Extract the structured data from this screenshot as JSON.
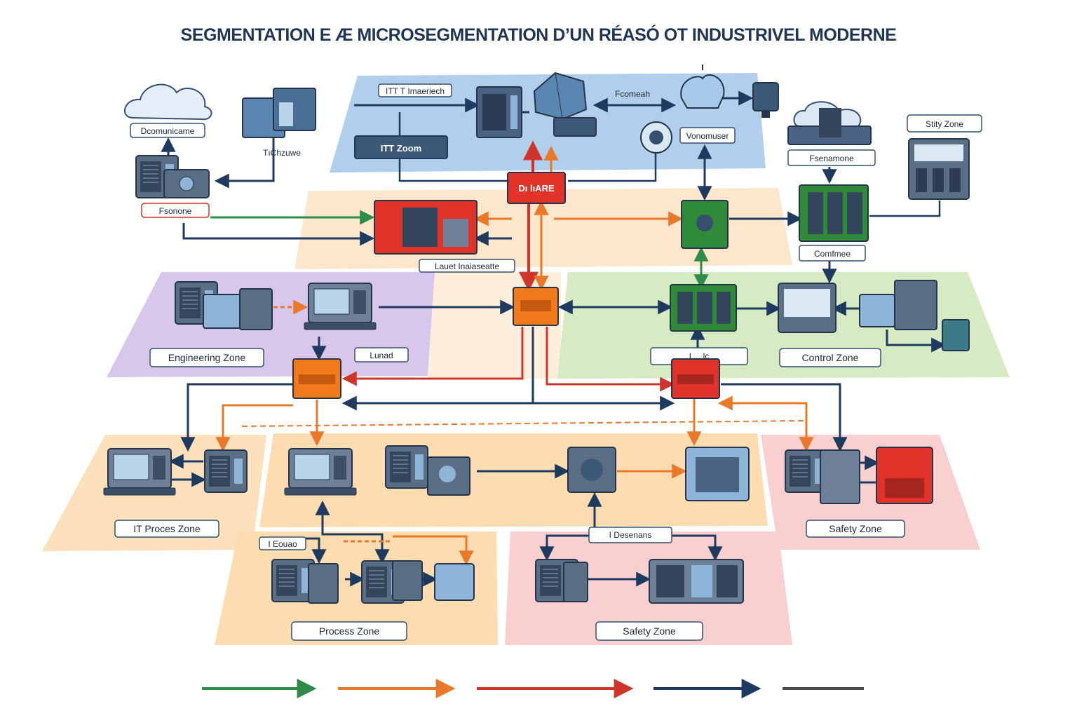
{
  "title": "SEGMENTATION E Æ MICROSEGMENTATION D’UN RÉASÓ OT INDUSTRIVEL MODERNE",
  "colors": {
    "it_zone": "#a9c9ea",
    "dmz_zone": "#fbe3c4",
    "engineering_zone": "#d9c6ec",
    "control_zone": "#d6ebc4",
    "process_zone": "#fcdcb0",
    "safety_zone": "#f9cfcf",
    "firewall_red": "#e0342a",
    "firewall_orange": "#f07a1c",
    "green_device": "#2f8a3a",
    "link_navy": "#1f3a5f",
    "link_orange": "#e8792a",
    "link_red": "#d0352c",
    "link_green": "#2e8b4a"
  },
  "labels": {
    "cloud": "Dcomunicame",
    "it_top": "ITT T Imaeriech",
    "it_zone": "ITT Zoom",
    "firewall_main": "Dı lıARE",
    "remote": "Fsonone",
    "itzone_small": "TıChzuwe",
    "center_tag": "Fcomeah",
    "right_box": "Vonomuser",
    "right_server": "Fsenamone",
    "safety_zone_top": "Stity Zone",
    "compliance": "Comfmee",
    "dmz_label": "Lauet Inaiaseatte",
    "engineering_zone": "Engineering Zone",
    "control_zone": "Control Zone",
    "small_mid": "Lunad",
    "small_right": "I ... lc",
    "it_process_zone": "IT Proces Zone",
    "safety_zone_mid": "Safety Zone",
    "process_subtag": "I  Eouao",
    "safety_subtag": "I Desenans",
    "process_zone": "Process Zone",
    "safety_zone_bottom": "Safety Zone"
  }
}
